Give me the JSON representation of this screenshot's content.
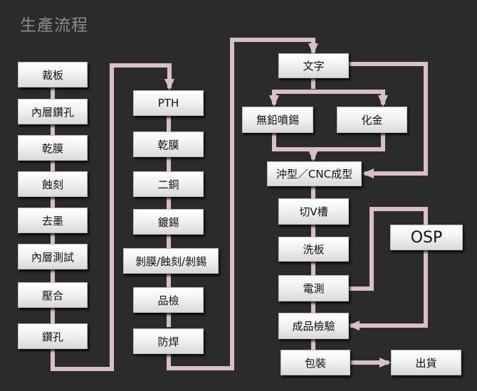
{
  "title": "生產流程",
  "colors": {
    "background": "#2b2b2b",
    "connector": "#d9bfc7",
    "box": "#f0f0f0",
    "title": "#8c8c8c"
  },
  "steps": {
    "cut_board": "裁板",
    "inner_drill": "內層鑽孔",
    "dry_film_1": "乾膜",
    "etch": "蝕刻",
    "strip_ink": "去墨",
    "inner_test": "內層測試",
    "lamination": "壓合",
    "drill": "鑽孔",
    "pth": "PTH",
    "dry_film_2": "乾膜",
    "copper_2": "二銅",
    "tin_plating": "鍍錫",
    "strip_etch_strip": "剝膜/蝕刻/剝錫",
    "inspection": "品檢",
    "solder_mask": "防焊",
    "legend_print": "文字",
    "hasl_lead_free": "無鉛噴錫",
    "enig": "化金",
    "punch_cnc": "沖型／CNC成型",
    "v_cut": "切V槽",
    "wash": "洗板",
    "electrical_test": "電測",
    "osp": "OSP",
    "final_inspection": "成品檢驗",
    "packaging": "包裝",
    "shipping": "出貨"
  }
}
